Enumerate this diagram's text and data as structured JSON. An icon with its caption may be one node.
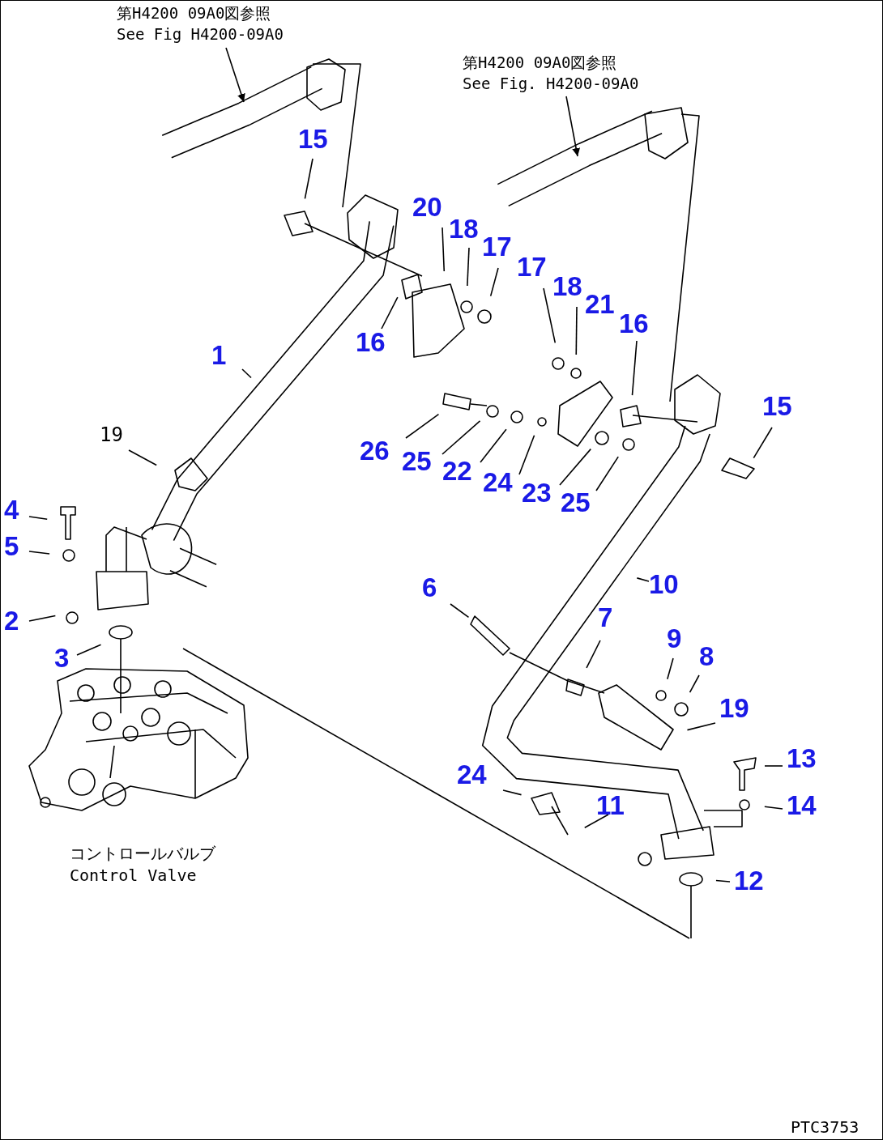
{
  "diagram": {
    "nodes": [
      {
        "text": [
          "第H4200 09A0図参照",
          "See Fig H4200-09A0"
        ]
      },
      {
        "text": [
          "第H4200 09A0図参照",
          "See Fig. H4200-09A0"
        ]
      },
      {
        "text": [
          "15"
        ]
      },
      {
        "text": [
          "20"
        ]
      },
      {
        "text": [
          "18"
        ]
      },
      {
        "text": [
          "17"
        ]
      },
      {
        "text": [
          "17"
        ]
      },
      {
        "text": [
          "18"
        ]
      },
      {
        "text": [
          "21"
        ]
      },
      {
        "text": [
          "16"
        ]
      },
      {
        "text": [
          "16"
        ]
      },
      {
        "text": [
          "1"
        ]
      },
      {
        "text": [
          "15"
        ]
      },
      {
        "text": [
          "19"
        ]
      },
      {
        "text": [
          "26"
        ]
      },
      {
        "text": [
          "25"
        ]
      },
      {
        "text": [
          "22"
        ]
      },
      {
        "text": [
          "24"
        ]
      },
      {
        "text": [
          "23"
        ]
      },
      {
        "text": [
          "25"
        ]
      },
      {
        "text": [
          "4"
        ]
      },
      {
        "text": [
          "5"
        ]
      },
      {
        "text": [
          "10"
        ]
      },
      {
        "text": [
          "6"
        ]
      },
      {
        "text": [
          "7"
        ]
      },
      {
        "text": [
          "2"
        ]
      },
      {
        "text": [
          "9"
        ]
      },
      {
        "text": [
          "3"
        ]
      },
      {
        "text": [
          "8"
        ]
      },
      {
        "text": [
          "19"
        ]
      },
      {
        "text": [
          "13"
        ]
      },
      {
        "text": [
          "24"
        ]
      },
      {
        "text": [
          "11"
        ]
      },
      {
        "text": [
          "14"
        ]
      },
      {
        "text": [
          "12"
        ]
      }
    ],
    "edges": [
      {
        "from": 0,
        "to": null,
        "arrow": "to"
      },
      {
        "from": 1,
        "to": null,
        "arrow": "to"
      },
      {
        "from": 2,
        "to": null,
        "arrow": "none"
      },
      {
        "from": 3,
        "to": null,
        "arrow": "none"
      },
      {
        "from": 4,
        "to": null,
        "arrow": "none"
      },
      {
        "from": 5,
        "to": null,
        "arrow": "none"
      },
      {
        "from": 6,
        "to": null,
        "arrow": "none"
      },
      {
        "from": 7,
        "to": null,
        "arrow": "none"
      },
      {
        "from": 9,
        "to": null,
        "arrow": "none"
      },
      {
        "from": 10,
        "to": null,
        "arrow": "none"
      },
      {
        "from": 11,
        "to": null,
        "arrow": "none"
      },
      {
        "from": 12,
        "to": null,
        "arrow": "none"
      },
      {
        "from": 13,
        "to": null,
        "arrow": "none"
      },
      {
        "from": 14,
        "to": null,
        "arrow": "none"
      },
      {
        "from": 15,
        "to": null,
        "arrow": "none"
      },
      {
        "from": 16,
        "to": null,
        "arrow": "none"
      },
      {
        "from": 17,
        "to": null,
        "arrow": "none"
      },
      {
        "from": 18,
        "to": null,
        "arrow": "none"
      },
      {
        "from": 19,
        "to": null,
        "arrow": "none"
      },
      {
        "from": 20,
        "to": null,
        "arrow": "none"
      },
      {
        "from": 21,
        "to": null,
        "arrow": "none"
      },
      {
        "from": 22,
        "to": null,
        "arrow": "none"
      },
      {
        "from": 23,
        "to": null,
        "arrow": "none"
      },
      {
        "from": 24,
        "to": null,
        "arrow": "none"
      },
      {
        "from": 25,
        "to": null,
        "arrow": "none"
      },
      {
        "from": 26,
        "to": null,
        "arrow": "none"
      },
      {
        "from": 27,
        "to": null,
        "arrow": "none"
      },
      {
        "from": 28,
        "to": null,
        "arrow": "none"
      },
      {
        "from": 29,
        "to": null,
        "arrow": "none"
      },
      {
        "from": 30,
        "to": null,
        "arrow": "none"
      },
      {
        "from": 31,
        "to": null,
        "arrow": "none"
      },
      {
        "from": 32,
        "to": null,
        "arrow": "none"
      },
      {
        "from": 33,
        "to": null,
        "arrow": "none"
      },
      {
        "from": 34,
        "to": null,
        "arrow": "none"
      }
    ],
    "labels": [
      "コントロールバルブ",
      "Control Valve",
      "PTC3753"
    ]
  }
}
